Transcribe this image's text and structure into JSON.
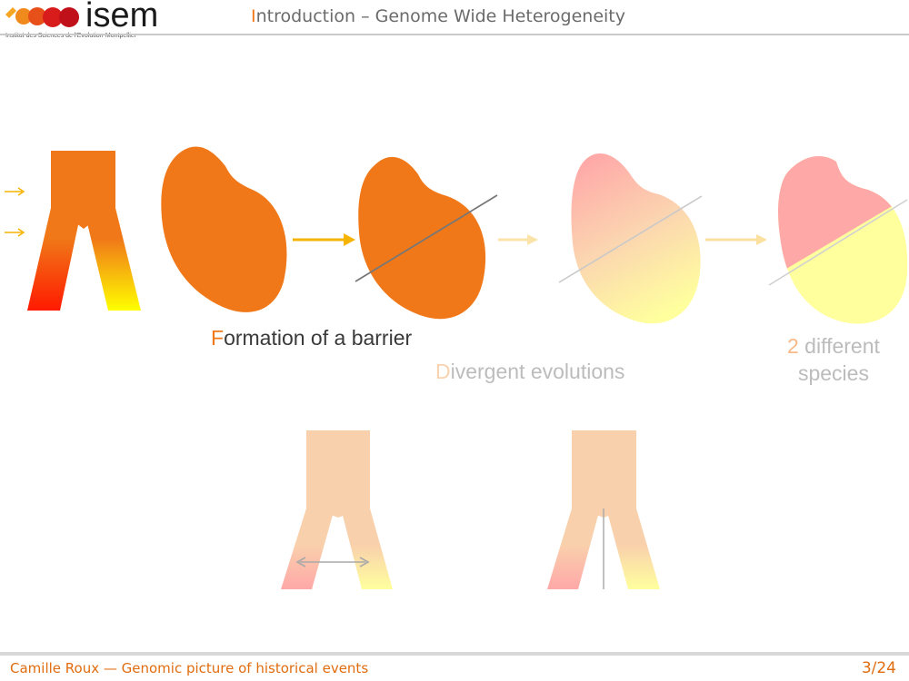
{
  "header": {
    "logo_text": "isem",
    "logo_subtitle": "Institut des Sciences de l'Evolution-Montpellier",
    "title_first_letter": "I",
    "title_rest": "ntroduction – Genome Wide Heterogeneity"
  },
  "captions": {
    "formation_first": "F",
    "formation_rest": "ormation of a barrier",
    "divergent_first": "D",
    "divergent_rest": "ivergent evolutions",
    "species_first": "2",
    "species_rest": " different",
    "species_line2": "species"
  },
  "footer": {
    "author_talk": "Camille Roux — Genomic picture of historical events",
    "page": "3/24"
  },
  "colors": {
    "accent": "#f07818",
    "orange_body": "#f07818",
    "pink": "#ffa8a8",
    "yellow": "#ffff9e",
    "pale_orange": "#f9d0ac",
    "header_gray": "#6b6b6b"
  }
}
